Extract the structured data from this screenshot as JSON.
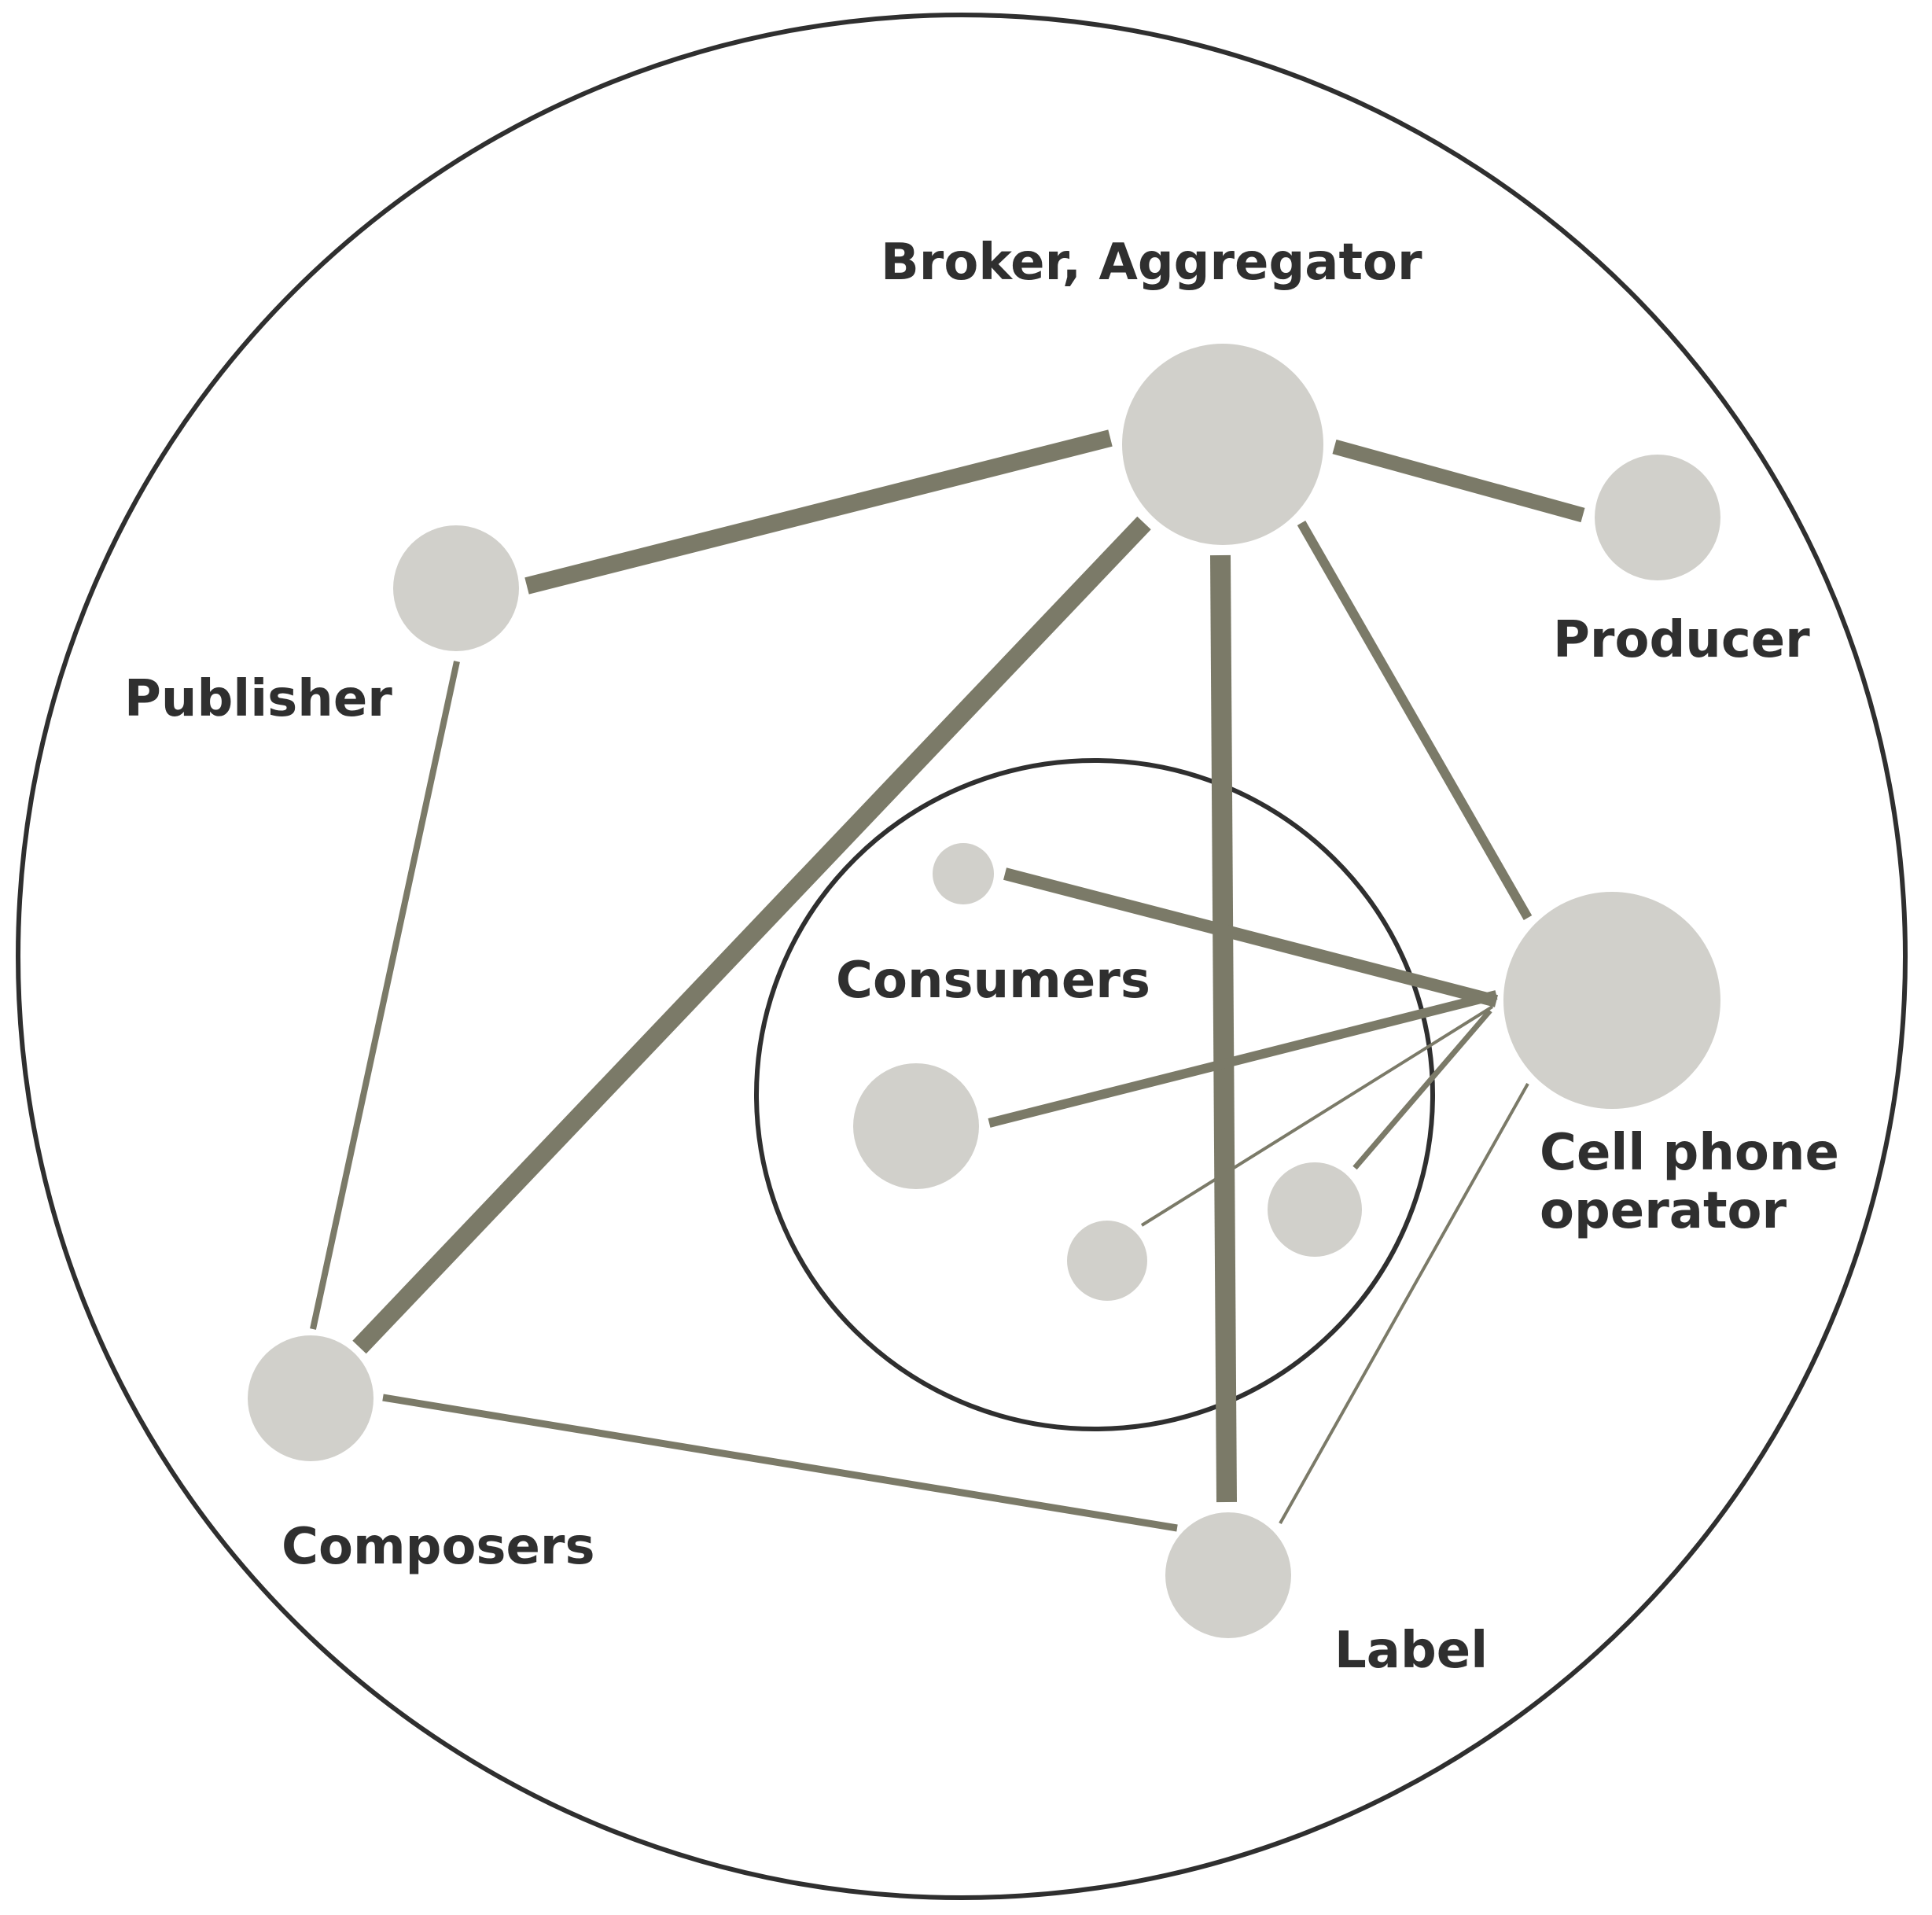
{
  "colors": {
    "node_fill": "#D1D0CB",
    "edge": "#7B7A68",
    "circle_outline": "#2F2F2F",
    "label_text": "#2F2F2F",
    "background": "#FFFFFF"
  },
  "nodes": {
    "broker": {
      "label": "Broker, Aggregator"
    },
    "publisher": {
      "label": "Publisher"
    },
    "producer": {
      "label": "Producer"
    },
    "composers": {
      "label": "Composers"
    },
    "label_node": {
      "label": "Label"
    },
    "cell_operator": {
      "label_line1": "Cell phone",
      "label_line2": "operator"
    },
    "consumers": {
      "label": "Consumers"
    }
  }
}
